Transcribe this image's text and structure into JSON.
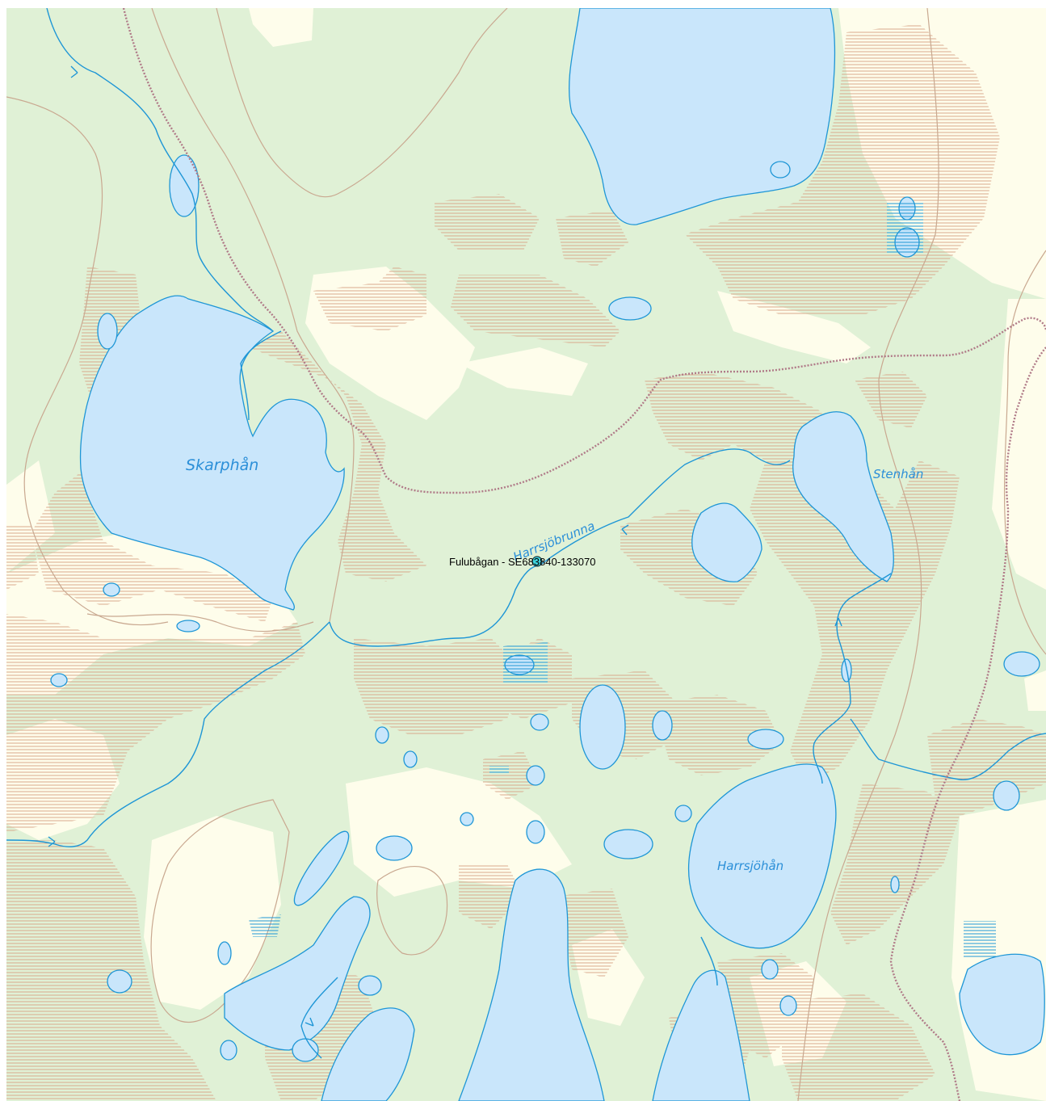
{
  "map": {
    "colors": {
      "forest": "#e0f1d6",
      "open_land": "#fefdeb",
      "water": "#c9e6fb",
      "water_outline": "#1e96d6",
      "marsh_hatch": "#d9a98c",
      "contour": "#c9a890",
      "trail": "#b07a88",
      "marker": "#3fd6e0"
    },
    "labels": {
      "skarphan": "Skarphån",
      "harrsjobrunna": "Harrsjöbrunna",
      "stenhan": "Stenhån",
      "harrsjohan": "Harrsjöhån"
    },
    "marker": {
      "label": "Fulubågan - SE683840-133070"
    }
  }
}
